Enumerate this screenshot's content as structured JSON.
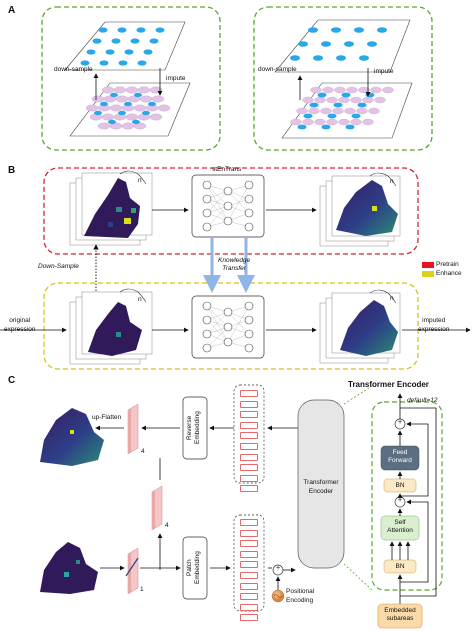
{
  "panels": {
    "a": "A",
    "b": "B",
    "c": "C"
  },
  "panel_a": {
    "left": {
      "down_sample": "down-sample",
      "impute": "impute"
    },
    "right": {
      "down_sample": "down-sample",
      "impute": "impute"
    }
  },
  "panel_b": {
    "model_name": "stEnTrans",
    "knowledge_transfer": "Knowledge\nTransfer",
    "down_sample": "Down-Sample",
    "n_label": "n",
    "original_expression": "original\nexpression",
    "imputed_expression": "imputed\nexpression",
    "legend": [
      {
        "label": "Pretrain",
        "color": "#e8141b"
      },
      {
        "label": "Enhance",
        "color": "#d9d21a"
      }
    ]
  },
  "panel_c": {
    "up_flatten": "up-Flatten",
    "reverse_embedding": "Reverse\nEmbedding",
    "patch_embedding": "Patch\nEmbedding",
    "transformer_encoder_box": "Transformer\nEncoder",
    "positional_encoding": "Positional\nEncoding",
    "dim_4a": "4",
    "dim_4b": "4",
    "dim_1": "1",
    "encoder_title": "Transformer Encoder",
    "default_note": "default=12",
    "feed_forward": "Feed\nForward",
    "bn_top": "BN",
    "self_attention": "Self\nAttention",
    "bn_bottom": "BN",
    "embedded_subareas": "Embedded\nsubareas",
    "plus": "+"
  },
  "colors": {
    "green_dash": "#5aa830",
    "red_dash": "#d6242a",
    "yellow_dash": "#d4c21a",
    "dot_blue": "#2aa7e8",
    "lattice_pink": "#e2c3e6",
    "token_red": "#e26a6a",
    "patch_pink": "#f4c6c6",
    "feed_forward_fill": "#5c6e82",
    "bn_fill": "#fbe9c4",
    "attention_fill": "#d9efd0",
    "subareas_fill": "#fbd9a8"
  }
}
